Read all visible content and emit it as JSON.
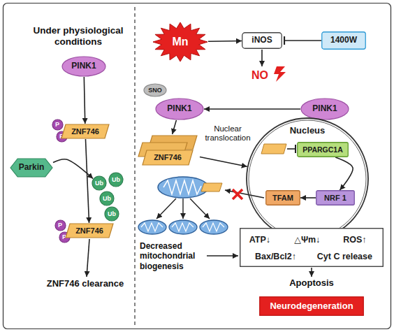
{
  "diagram": {
    "nodes": [
      {
        "text": [
          "PINK1"
        ]
      },
      {
        "text": [
          "P"
        ]
      },
      {
        "text": [
          "P"
        ]
      },
      {
        "text": [
          "ZNF746"
        ]
      },
      {
        "text": [
          "Parkin"
        ]
      },
      {
        "text": [
          "Ub"
        ]
      },
      {
        "text": [
          "Ub"
        ]
      },
      {
        "text": [
          "Ub"
        ]
      },
      {
        "text": [
          "Ub"
        ]
      },
      {
        "text": [
          "P"
        ]
      },
      {
        "text": [
          "P"
        ]
      },
      {
        "text": [
          "ZNF746"
        ]
      },
      {
        "text": [
          "Mn"
        ]
      },
      {
        "text": [
          "iNOS"
        ]
      },
      {
        "text": [
          "1400W"
        ]
      },
      {
        "text": [
          "SNO"
        ]
      },
      {
        "text": [
          "PINK1"
        ]
      },
      {
        "text": [
          "PINK1"
        ]
      },
      {
        "text": [
          "ZNF746"
        ]
      },
      {
        "text": [
          "Nucleus"
        ]
      },
      {
        "text": [
          "PPARGC1A"
        ],
        "in": 19
      },
      {
        "text": [
          "NRF 1"
        ],
        "in": 19
      },
      {
        "text": [
          "TFAM"
        ],
        "in": 19
      },
      {
        "text": [
          "ATP↓",
          "△Ψm↓",
          "ROS↑",
          "Bax/Bcl2↑",
          "Cyt C release"
        ]
      },
      {
        "text": [
          "Neurodegeneration"
        ]
      }
    ],
    "edges": [
      {
        "from": 0,
        "to": 3,
        "arrow": "to"
      },
      {
        "from": 4,
        "to": 5,
        "arrow": "to"
      },
      {
        "from": 3,
        "to": 11,
        "arrow": "to"
      },
      {
        "from": 12,
        "to": 13,
        "arrow": "to"
      },
      {
        "from": 14,
        "to": 13,
        "arrow": "to"
      },
      {
        "from": 17,
        "to": 16,
        "arrow": "to"
      },
      {
        "from": 16,
        "to": 18,
        "arrow": "to"
      },
      {
        "from": 18,
        "to": 19,
        "label": "Nuclear translocation",
        "arrow": "to"
      },
      {
        "from": 20,
        "to": 21,
        "arrow": "to"
      },
      {
        "from": 21,
        "to": 22,
        "arrow": "to"
      }
    ],
    "labels": [
      "Under physiological conditions",
      "ZNF746 clearance",
      "NO",
      "Decreased mitochondrial biogenesis",
      "Apoptosis"
    ]
  }
}
